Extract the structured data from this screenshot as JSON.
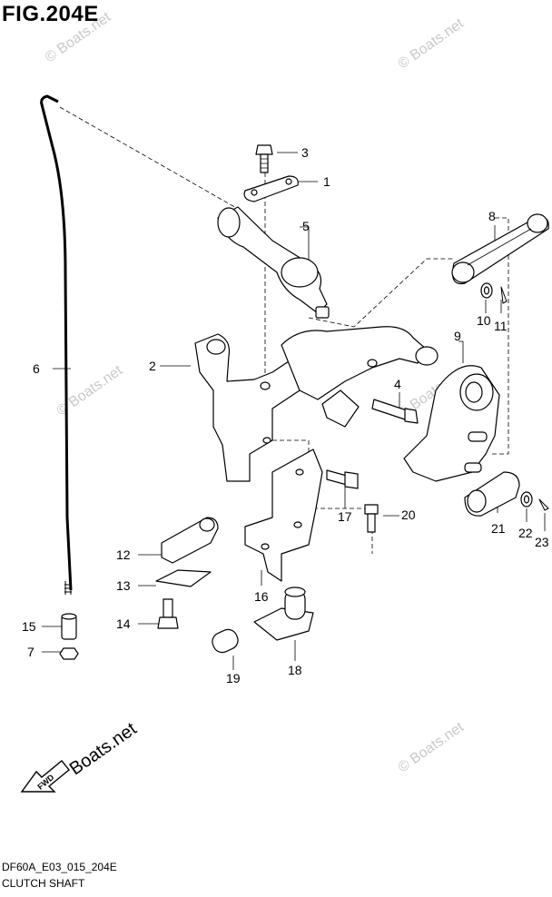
{
  "figure": {
    "title": "FIG.204E",
    "code": "DF60A_E03_015_204E",
    "name": "CLUTCH SHAFT"
  },
  "watermark": {
    "text": "© Boats.net",
    "brand": "Boats.net",
    "fwd": "FWD"
  },
  "parts": [
    {
      "id": "1"
    },
    {
      "id": "2"
    },
    {
      "id": "3"
    },
    {
      "id": "4"
    },
    {
      "id": "5"
    },
    {
      "id": "6"
    },
    {
      "id": "7"
    },
    {
      "id": "8"
    },
    {
      "id": "9"
    },
    {
      "id": "10"
    },
    {
      "id": "11"
    },
    {
      "id": "12"
    },
    {
      "id": "13"
    },
    {
      "id": "14"
    },
    {
      "id": "15"
    },
    {
      "id": "16"
    },
    {
      "id": "17"
    },
    {
      "id": "18"
    },
    {
      "id": "19"
    },
    {
      "id": "20"
    },
    {
      "id": "21"
    },
    {
      "id": "22"
    },
    {
      "id": "23"
    }
  ]
}
